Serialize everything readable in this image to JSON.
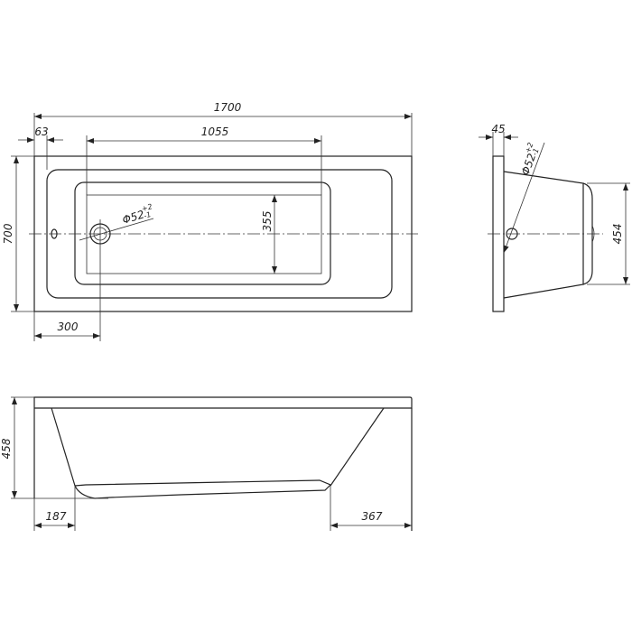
{
  "top_view": {
    "length": "1700",
    "offset_rim": "63",
    "basin_length": "1055",
    "basin_width": "355",
    "width": "700",
    "drain_offset": "300",
    "drain_diameter": "Φ52",
    "tol_plus": "+2",
    "tol_minus": "-1"
  },
  "side_view": {
    "rim_thickness": "45",
    "end_height": "454",
    "drain_diameter": "Φ52",
    "tol_plus": "+2",
    "tol_minus": "-1"
  },
  "front_view": {
    "height": "458",
    "left_offset": "187",
    "right_offset": "367"
  }
}
